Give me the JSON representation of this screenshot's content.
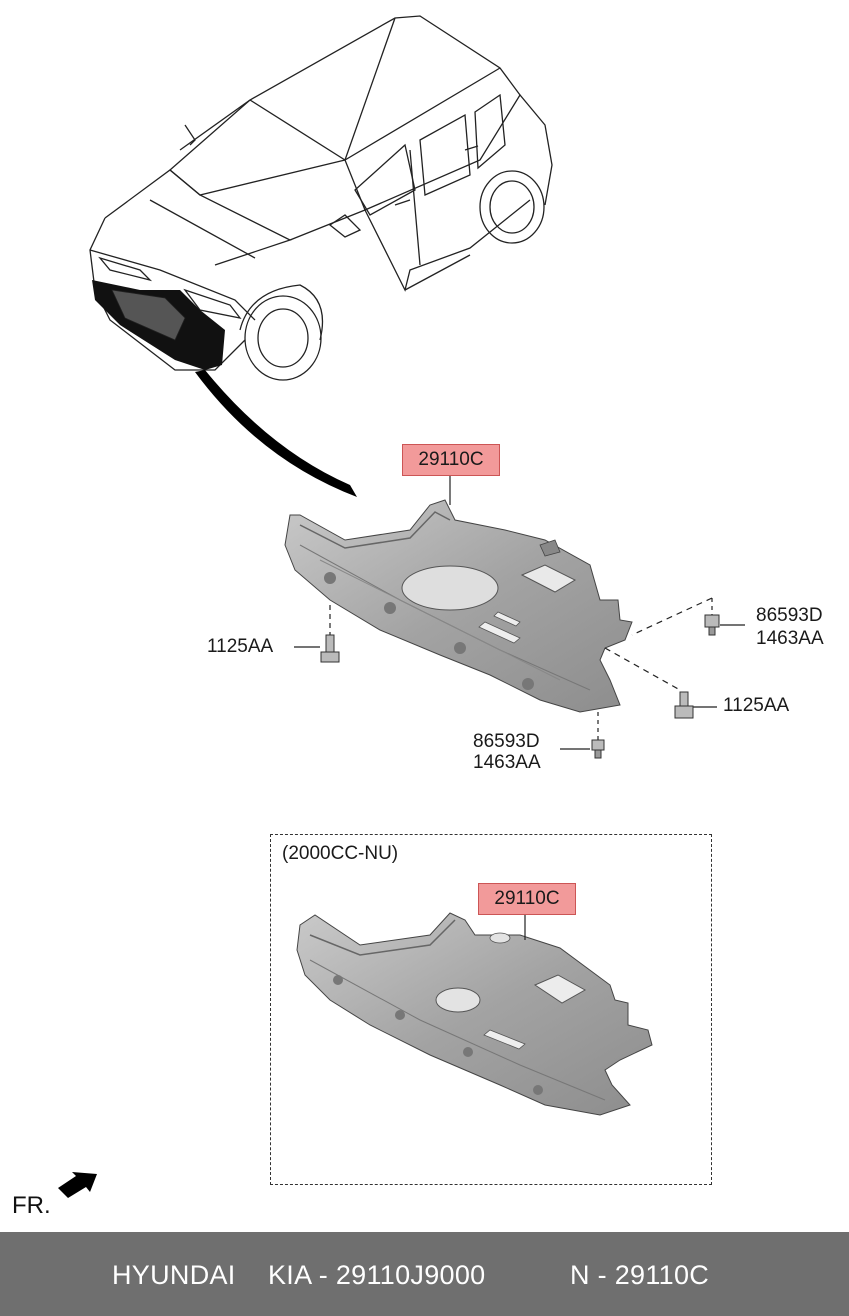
{
  "callouts": {
    "main_part": "29110C",
    "bolt_left": "1125AA",
    "clip_right_a": "86593D",
    "clip_right_b": "1463AA",
    "bolt_right": "1125AA",
    "clip_bottom_a": "86593D",
    "clip_bottom_b": "1463AA"
  },
  "variant": {
    "title": "(2000CC-NU)",
    "part": "29110C"
  },
  "orientation": {
    "label": "FR."
  },
  "footer": {
    "brand": "HYUNDAI",
    "maker": "KIA - 29110J9000",
    "ref": "N - 29110C"
  },
  "colors": {
    "highlight": "#f29a9a",
    "footer_bg": "#6f6f6f",
    "panel_fill": "#a9a9a9"
  }
}
